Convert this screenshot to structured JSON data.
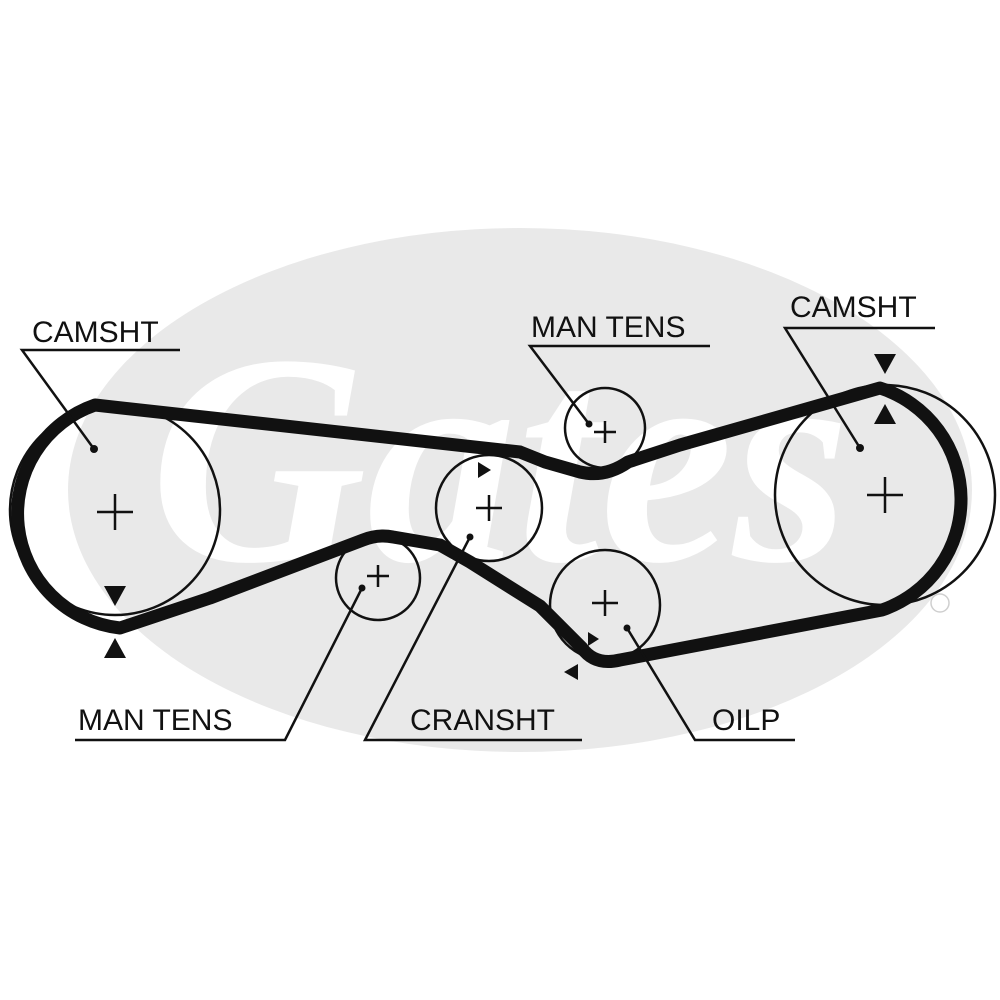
{
  "labels": {
    "camshaft_left": "CAMSHT",
    "man_tens_top": "MAN TENS",
    "camshaft_right": "CAMSHT",
    "man_tens_bottom": "MAN TENS",
    "crankshaft": "CRANSHT",
    "oil_pump": "OILP"
  },
  "colors": {
    "ink": "#111111",
    "logo_fill": "#e9e9e9",
    "background": "#ffffff"
  },
  "logo": {
    "icon": "gates-logo-watermark",
    "text": "Gates"
  }
}
